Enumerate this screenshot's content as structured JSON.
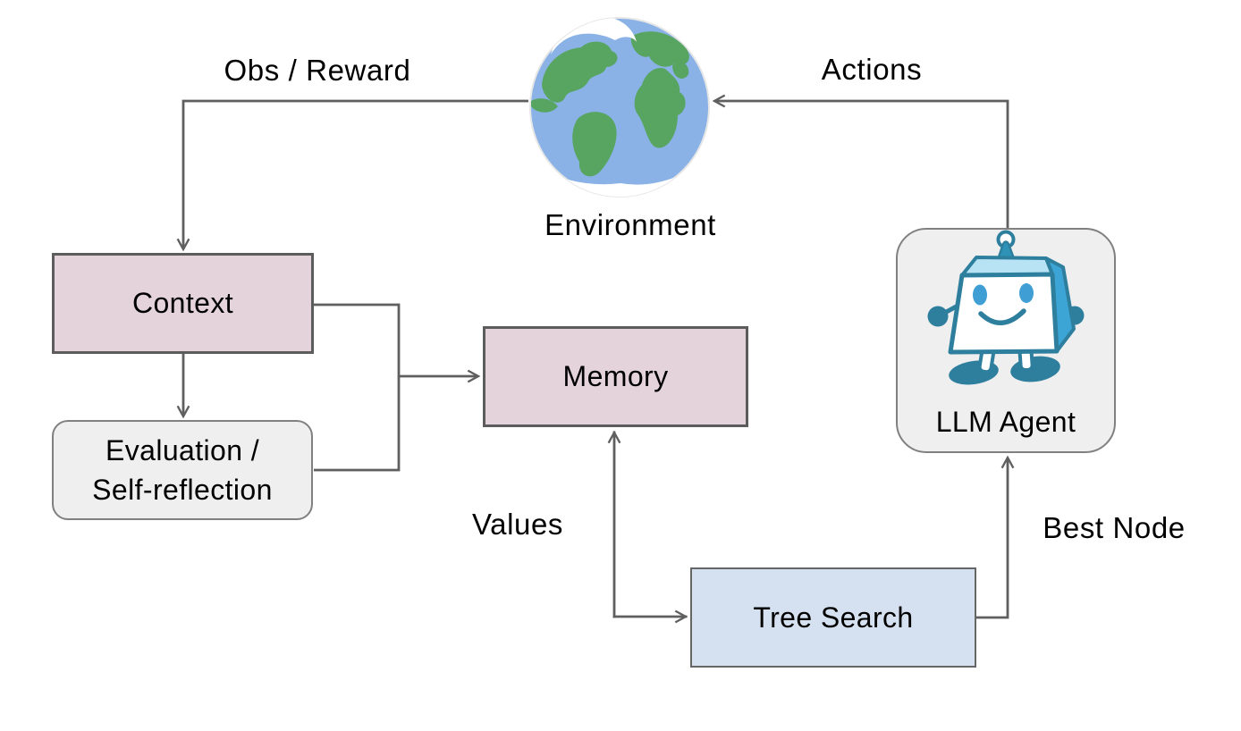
{
  "diagram": {
    "nodes": {
      "environment": {
        "label": "Environment",
        "icon": "earth-globe-icon"
      },
      "context": {
        "label": "Context",
        "fill": "#e5d3dc"
      },
      "evaluation": {
        "label_line1": "Evaluation /",
        "label_line2": "Self-reflection",
        "fill": "#efefef"
      },
      "memory": {
        "label": "Memory",
        "fill": "#e5d3dc"
      },
      "tree_search": {
        "label": "Tree Search",
        "fill": "#d5e1f0"
      },
      "llm_agent": {
        "label": "LLM Agent",
        "icon": "robot-mascot-icon",
        "fill": "#efefef"
      }
    },
    "edges": {
      "obs_reward": {
        "label": "Obs / Reward",
        "from": "Environment",
        "to": "Context"
      },
      "actions": {
        "label": "Actions",
        "from": "LLM Agent",
        "to": "Environment"
      },
      "values": {
        "label": "Values",
        "between": "Memory / Tree Search"
      },
      "best_node": {
        "label": "Best Node",
        "from": "Tree Search",
        "to": "LLM Agent"
      }
    },
    "colors": {
      "line": "#5f5f5f",
      "pink_fill": "#e5d3dc",
      "gray_fill": "#efefef",
      "blue_fill": "#d5e1f0",
      "globe_ocean": "#8ab2e6",
      "globe_land": "#58a562",
      "polar_cap": "#ffffff",
      "robot_teal": "#2e7f9e",
      "robot_side_face": "#3da5d6",
      "robot_top_face": "#b7e3f4",
      "robot_eye": "#3f9fd4",
      "robot_hat": "#2f93b8",
      "white": "#ffffff"
    }
  }
}
